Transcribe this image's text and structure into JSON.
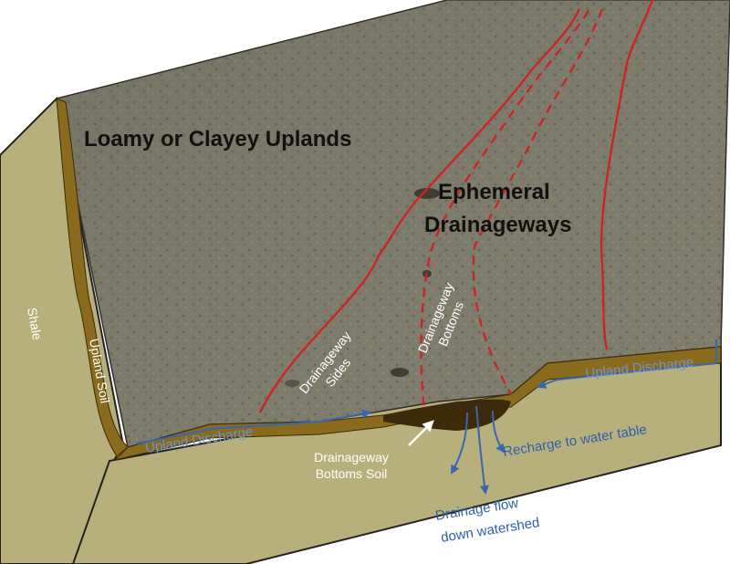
{
  "labels": {
    "uplands": "Loamy or Clayey Uplands",
    "ephemeral_line1": "Ephemeral",
    "ephemeral_line2": "Drainageways",
    "sides_line1": "Drainageway",
    "sides_line2": "Sides",
    "bottoms_line1": "Drainageway",
    "bottoms_line2": "Bottoms",
    "shale": "Shale",
    "upland_soil": "Upland Soil",
    "upland_discharge_left": "Upland Discharge",
    "upland_discharge_right": "Upland Discharge",
    "bottoms_soil_line1": "Drainageway",
    "bottoms_soil_line2": "Bottoms Soil",
    "recharge": "Recharge to water table",
    "flow_line1": "Drainage flow",
    "flow_line2": "down watershed"
  },
  "colors": {
    "block_side": "#b8b07c",
    "block_edge": "#222222",
    "soil_layer": "#8a6a1c",
    "dark_soil": "#3d2a0b",
    "terrain": "#7d7a6c",
    "boundary_red": "#d41f1f",
    "flow_blue": "#3a66b0"
  }
}
